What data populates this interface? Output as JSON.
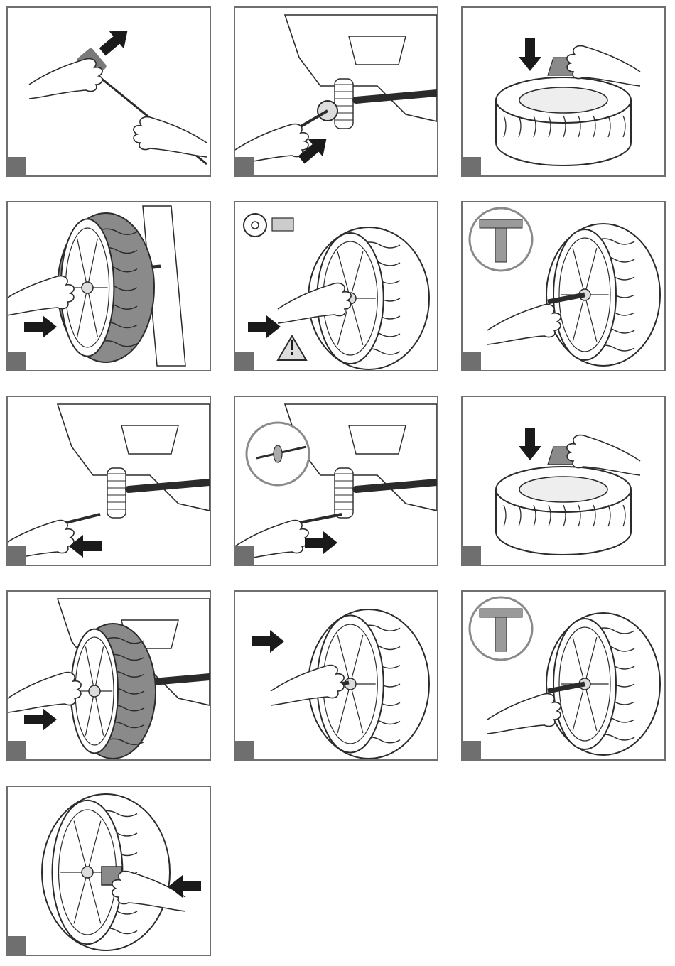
{
  "page": {
    "title": "",
    "background": "#ffffff"
  },
  "colors": {
    "frame": "#6f6f6f",
    "arrow": "#1a1a1a",
    "tire_shaded": "#8a8a8a",
    "line": "#2b2b2b"
  },
  "steps": [
    {
      "step": "",
      "scene": "axle-tool-pull",
      "arrow": "up-right"
    },
    {
      "step": "",
      "scene": "axle-tool-insert",
      "arrow": "up-right"
    },
    {
      "step": "",
      "scene": "hubcap-onto-tire",
      "arrow": "down"
    },
    {
      "step": "",
      "scene": "tire-onto-axle-shaded",
      "arrow": "right"
    },
    {
      "step": "",
      "scene": "washer-nut-warning",
      "arrow": "right",
      "warning_icon": "warning-triangle-icon"
    },
    {
      "step": "",
      "scene": "wrench-tighten",
      "arrow": "none"
    },
    {
      "step": "",
      "scene": "front-axle-pull",
      "arrow": "left"
    },
    {
      "step": "",
      "scene": "front-axle-insert",
      "arrow": "right"
    },
    {
      "step": "",
      "scene": "hubcap-onto-tire",
      "arrow": "down"
    },
    {
      "step": "",
      "scene": "front-tire-shaded",
      "arrow": "right"
    },
    {
      "step": "",
      "scene": "washer-nut",
      "arrow": "right"
    },
    {
      "step": "",
      "scene": "wrench-tighten",
      "arrow": "none"
    },
    {
      "step": "",
      "scene": "hubcap-press",
      "arrow": "left"
    }
  ]
}
